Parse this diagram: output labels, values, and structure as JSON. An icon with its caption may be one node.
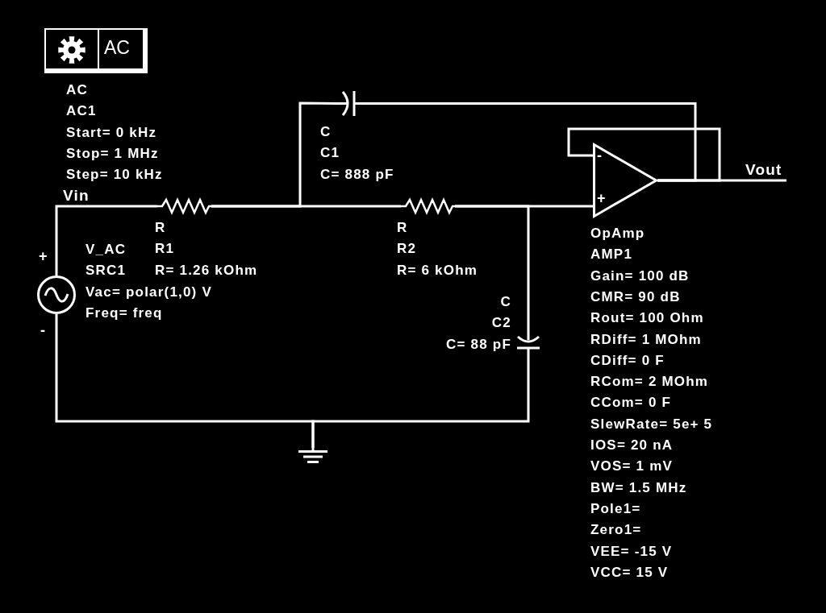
{
  "diagram": {
    "nodes": [
      {
        "text": [
          "AC"
        ],
        "beside": [
          "AC",
          "AC1",
          "Start= 0 kHz",
          "Stop= 1 MHz",
          "Step= 10 kHz"
        ]
      },
      {
        "text": [],
        "shape": "circle",
        "beside": [
          "V_AC",
          "SRC1",
          "Vac= polar(1,0) V",
          "Freq= freq"
        ]
      },
      {
        "text": [],
        "shape": "resistor",
        "beside": [
          "R",
          "R1",
          "R= 1.26 kOhm"
        ]
      },
      {
        "text": [],
        "shape": "resistor",
        "beside": [
          "R",
          "R2",
          "R= 6 kOhm"
        ]
      },
      {
        "text": [],
        "shape": "capacitor",
        "beside": [
          "C",
          "C1",
          "C= 888 pF"
        ]
      },
      {
        "text": [],
        "shape": "capacitor",
        "beside": [
          "C",
          "C2",
          "C= 88 pF"
        ]
      },
      {
        "text": [],
        "shape": "triangle",
        "beside": [
          "OpAmp",
          "AMP1",
          "Gain= 100 dB",
          "CMR= 90 dB",
          "Rout= 100 Ohm",
          "RDiff= 1 MOhm",
          "CDiff= 0 F",
          "RCom= 2 MOhm",
          "CCom= 0 F",
          "SlewRate= 5e+ 5",
          "IOS= 20 nA",
          "VOS= 1 mV",
          "BW= 1.5 MHz",
          "Pole1=",
          "Zero1=",
          "VEE= -15 V",
          "VCC= 15 V"
        ]
      },
      {
        "text": [],
        "shape": "ground"
      }
    ],
    "edges": [
      {
        "from": 1,
        "to": 2,
        "arrow": "none",
        "label": "Vin"
      },
      {
        "from": 2,
        "to": 4,
        "arrow": "none"
      },
      {
        "from": 2,
        "to": 3,
        "arrow": "none"
      },
      {
        "from": 3,
        "to": 6,
        "arrow": "none"
      },
      {
        "from": 3,
        "to": 5,
        "arrow": "none"
      },
      {
        "from": 4,
        "to": 6,
        "arrow": "none"
      },
      {
        "from": 6,
        "to": 6,
        "arrow": "none"
      },
      {
        "from": 6,
        "to": null,
        "arrow": "none",
        "label": "Vout"
      },
      {
        "from": 1,
        "to": 7,
        "arrow": "none"
      },
      {
        "from": 5,
        "to": 7,
        "arrow": "none"
      }
    ],
    "labels": [
      "+",
      "-",
      "-",
      "+"
    ]
  }
}
